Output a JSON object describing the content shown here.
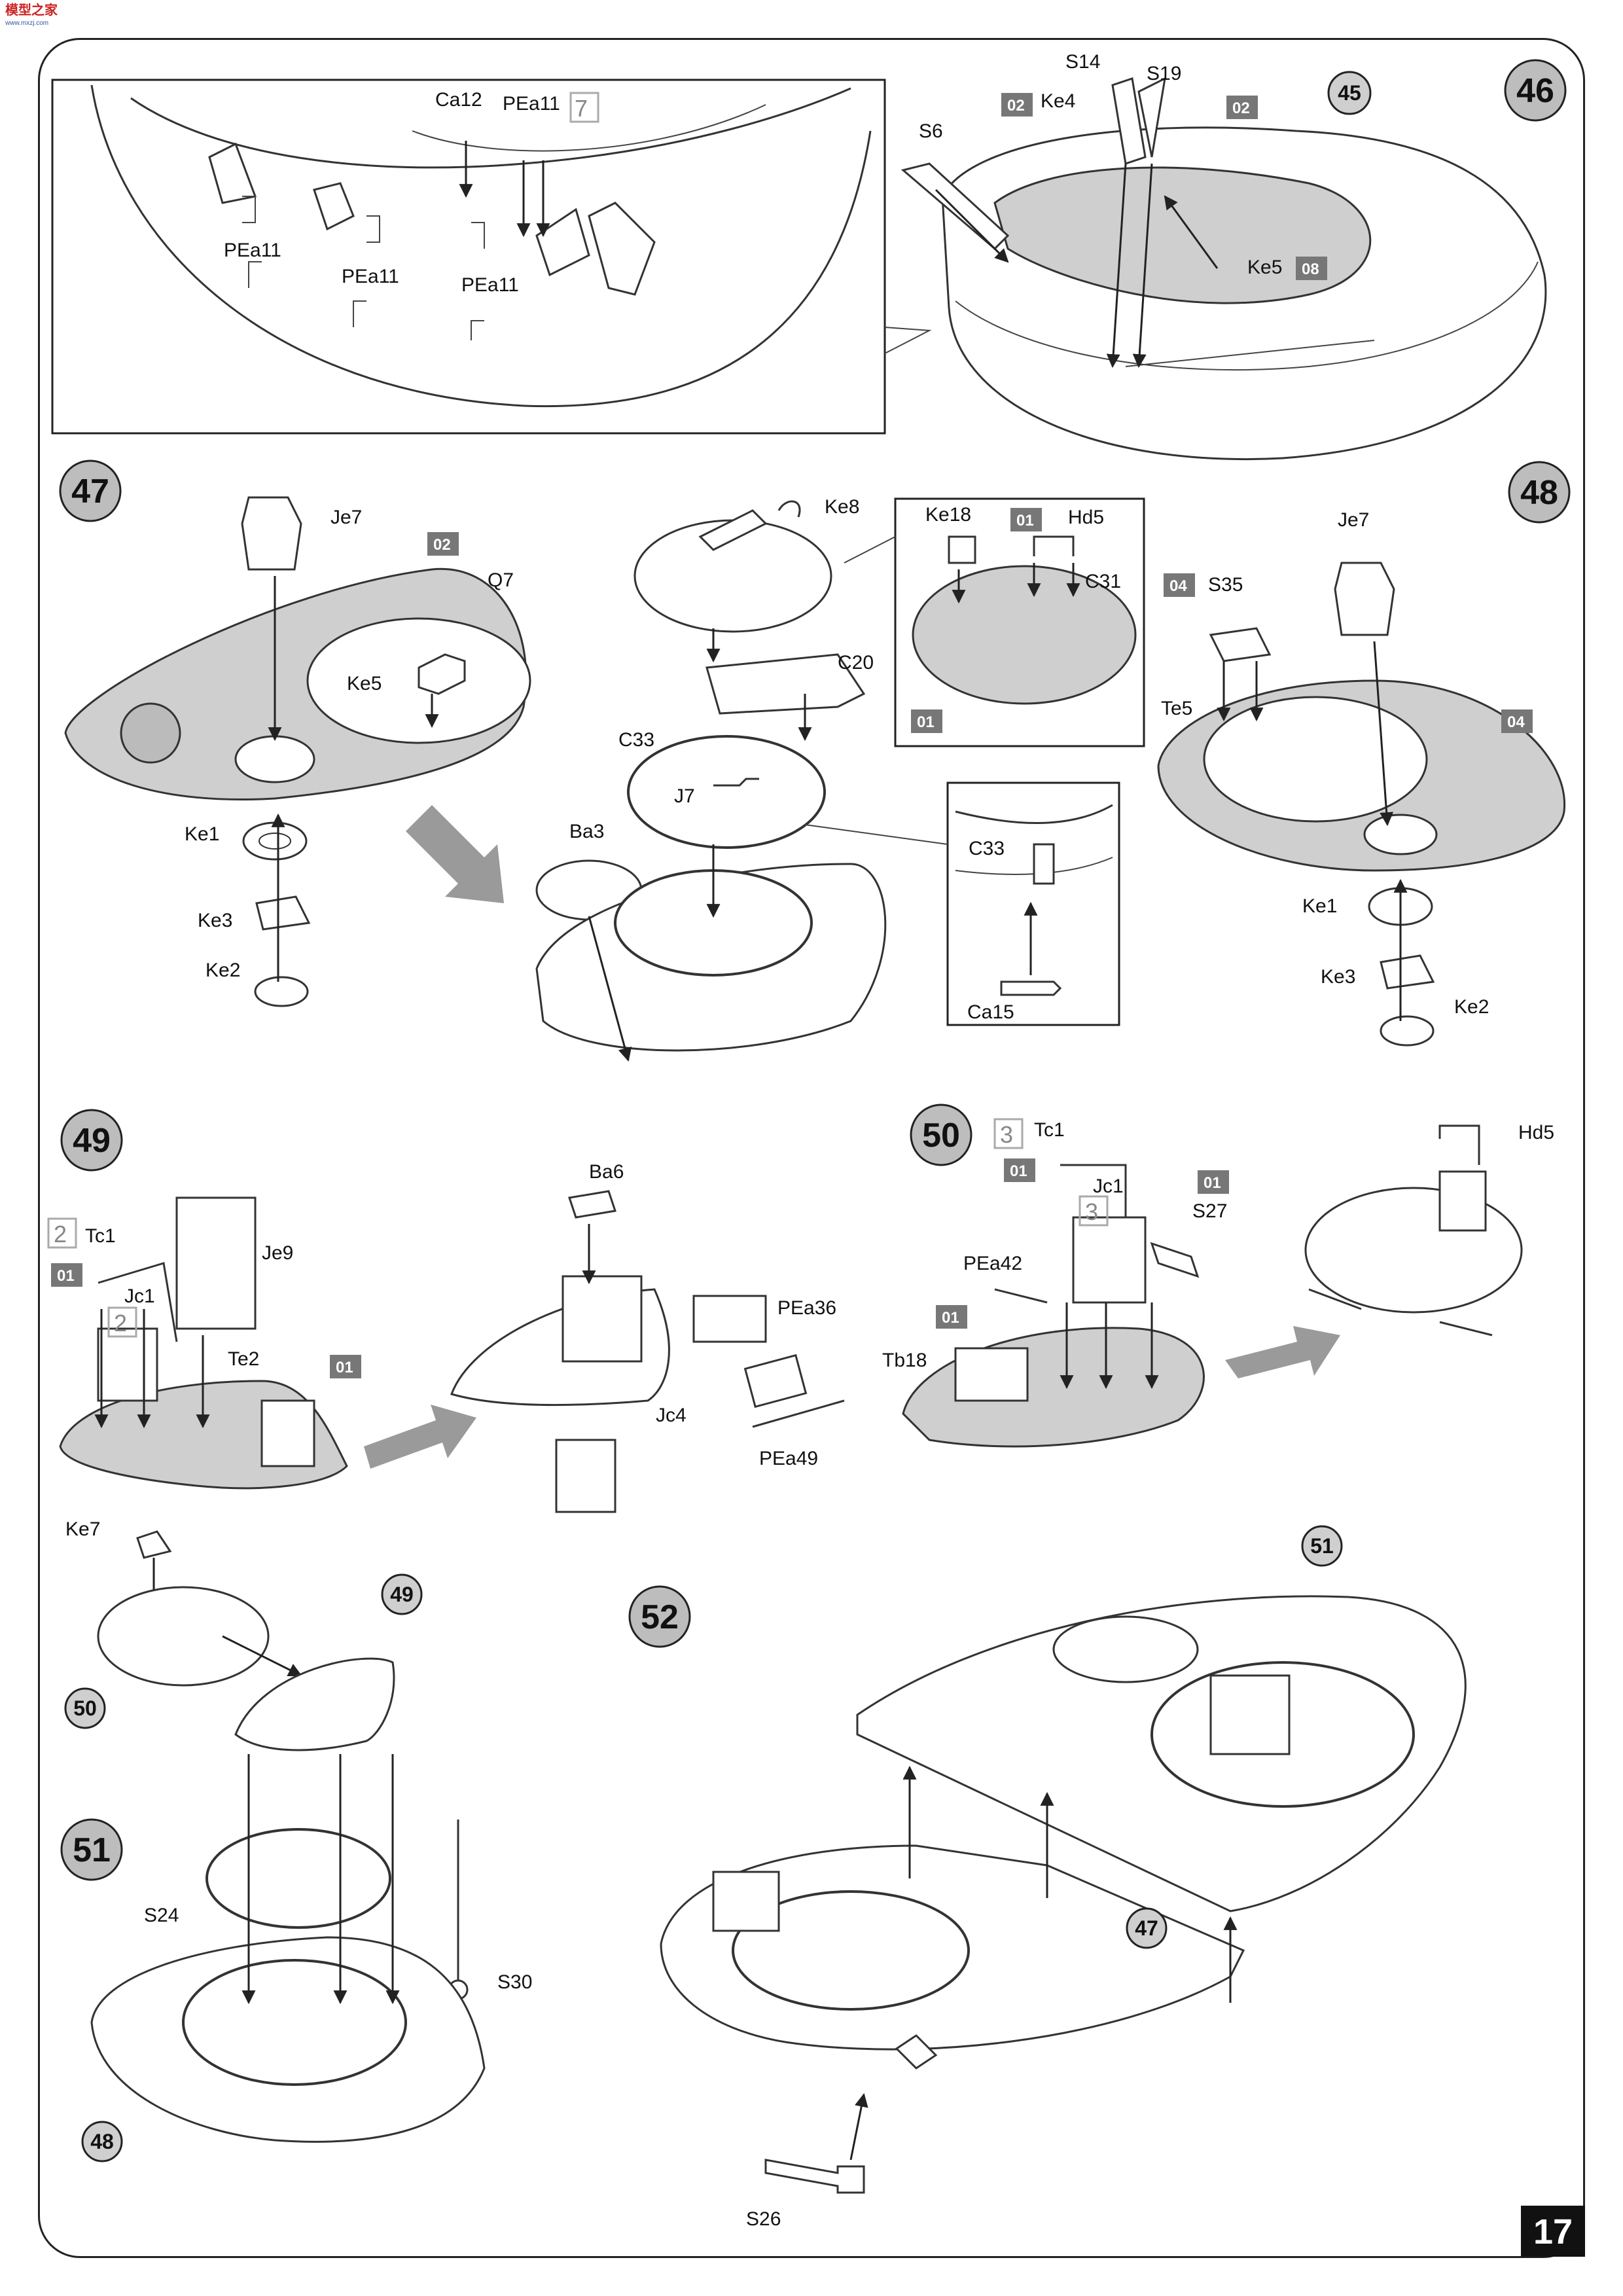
{
  "watermark": {
    "text": "模型之家",
    "sub": "www.mxzj.com"
  },
  "page_number": "17",
  "steps": {
    "s46": {
      "num": "46",
      "ref": "45",
      "callouts": {
        "s14": "S14",
        "s19": "S19",
        "s6": "S6",
        "ke4": "Ke4",
        "ke5": "Ke5"
      },
      "paints": {
        "a": "02",
        "b": "02",
        "c": "08"
      },
      "inset": {
        "ca12": "Ca12",
        "pea11_top": "PEa11",
        "ghost": "7",
        "pea11_a": "PEa11",
        "pea11_b": "PEa11",
        "pea11_c": "PEa11"
      }
    },
    "s47": {
      "num": "47",
      "callouts": {
        "je7": "Je7",
        "q7": "Q7",
        "ke5": "Ke5",
        "ke1": "Ke1",
        "ke3": "Ke3",
        "ke2": "Ke2",
        "ke8": "Ke8",
        "c20": "C20",
        "c33": "C33",
        "j7": "J7",
        "ba3": "Ba3"
      },
      "paints": {
        "a": "02"
      },
      "inset1": {
        "ke18": "Ke18",
        "hd5": "Hd5",
        "c31": "C31",
        "paint_a": "01",
        "paint_b": "01"
      },
      "inset2": {
        "c33": "C33",
        "ca15": "Ca15"
      }
    },
    "s48": {
      "num": "48",
      "callouts": {
        "je7": "Je7",
        "s35": "S35",
        "te5": "Te5",
        "ke1": "Ke1",
        "ke3": "Ke3",
        "ke2": "Ke2"
      },
      "paints": {
        "a": "04",
        "b": "04"
      }
    },
    "s49": {
      "num": "49",
      "callouts": {
        "tc1": "Tc1",
        "je9": "Je9",
        "jc1": "Jc1",
        "te2": "Te2",
        "ba6": "Ba6",
        "pea36": "PEa36",
        "jc4": "Jc4",
        "pea49": "PEa49"
      },
      "paints": {
        "a": "01",
        "b": "01"
      },
      "ghosts": {
        "a": "2",
        "b": "2"
      }
    },
    "s50": {
      "num": "50",
      "callouts": {
        "tc1": "Tc1",
        "jc1": "Jc1",
        "s27": "S27",
        "pea42": "PEa42",
        "tb18": "Tb18",
        "hd5": "Hd5"
      },
      "paints": {
        "a": "01",
        "b": "01",
        "c": "01"
      },
      "ghosts": {
        "a": "3",
        "b": "3"
      }
    },
    "s51": {
      "num": "51",
      "callouts": {
        "ke7": "Ke7",
        "s24": "S24",
        "s30": "S30"
      },
      "refs": {
        "r50": "50",
        "r49": "49",
        "r48": "48"
      }
    },
    "s52": {
      "num": "52",
      "callouts": {
        "s26": "S26"
      },
      "refs": {
        "r51": "51",
        "r47": "47"
      }
    }
  }
}
